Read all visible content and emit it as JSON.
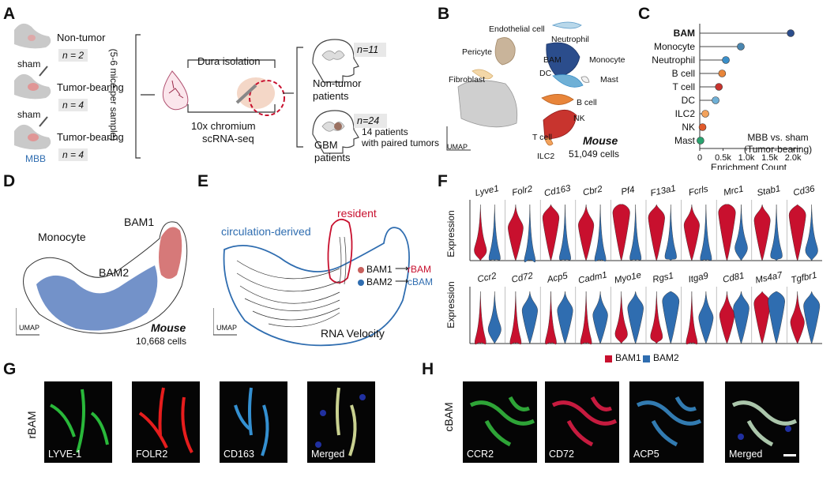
{
  "panels": {
    "a": "A",
    "b": "B",
    "c": "C",
    "d": "D",
    "e": "E",
    "f": "F",
    "g": "G",
    "h": "H"
  },
  "panel_a": {
    "groups": [
      {
        "label": "Non-tumor",
        "n": "n = 2",
        "mouse": "sham"
      },
      {
        "label": "Tumor-bearing",
        "n": "n = 4",
        "mouse": "sham"
      },
      {
        "label": "Tumor-bearing",
        "n": "n = 4",
        "mouse": "MBB"
      }
    ],
    "vertical_note": "(5-6 mice per sample)",
    "step1": "Dura isolation",
    "step2": "10x chromium",
    "step3": "scRNA-seq",
    "human_groups": [
      {
        "n": "n=11",
        "label1": "Non-tumor",
        "label2": "patients"
      },
      {
        "n": "n=24",
        "extra1": "14 patients",
        "extra2": "with paired tumors",
        "label1": "GBM",
        "label2": "patients"
      }
    ]
  },
  "panel_b": {
    "labels": [
      "Endothelial cell",
      "Neutrophil",
      "Pericyte",
      "BAM",
      "Monocyte",
      "DC",
      "Mast",
      "Fibroblast",
      "B cell",
      "NK",
      "T cell",
      "ILC2"
    ],
    "axis": "UMAP",
    "species": "Mouse",
    "cells": "51,049 cells"
  },
  "chart_data": {
    "type": "lollipop",
    "categories": [
      "BAM",
      "Monocyte",
      "Neutrophil",
      "B cell",
      "T cell",
      "DC",
      "ILC2",
      "NK",
      "Mast"
    ],
    "values": [
      1950,
      880,
      560,
      480,
      410,
      340,
      120,
      60,
      15
    ],
    "colors": [
      "#2b4d8c",
      "#4a86b0",
      "#3a8fc9",
      "#e8853a",
      "#c8342e",
      "#6fb0d6",
      "#f2a25c",
      "#e05a2b",
      "#2aa36f"
    ],
    "xlim": [
      0,
      2100
    ],
    "xticks": [
      0,
      500,
      1000,
      1500,
      2000
    ],
    "xtick_labels": [
      "0",
      "0.5k",
      "1.0k",
      "1.5k",
      "2.0k"
    ],
    "xlabel": "Enrichment Count",
    "annotation1": "MBB vs. sham",
    "annotation2": "(Tumor-bearing)"
  },
  "panel_d": {
    "labels": [
      "BAM1",
      "Monocyte",
      "BAM2"
    ],
    "axis": "UMAP",
    "species": "Mouse",
    "cells": "10,668 cells"
  },
  "panel_e": {
    "resident": "resident",
    "circ": "circulation-derived",
    "legend": [
      {
        "from": "BAM1",
        "to": "rBAM",
        "color": "#c8605c",
        "to_color": "#c8102e"
      },
      {
        "from": "BAM2",
        "to": "cBAM",
        "color": "#2f6db0",
        "to_color": "#2f6db0"
      }
    ],
    "axis": "UMAP",
    "caption": "RNA Velocity"
  },
  "panel_f": {
    "row1": [
      "Lyve1",
      "Folr2",
      "Cd163",
      "Cbr2",
      "Pf4",
      "F13a1",
      "Fcrls",
      "Mrc1",
      "Stab1",
      "Cd36"
    ],
    "row2": [
      "Ccr2",
      "Cd72",
      "Acp5",
      "Cadm1",
      "Myo1e",
      "Rgs1",
      "Itga9",
      "Cd81",
      "Ms4a7",
      "Tgfbr1"
    ],
    "ylabel": "Expression",
    "legend": [
      {
        "name": "BAM1",
        "color": "#c8102e"
      },
      {
        "name": "BAM2",
        "color": "#2f6db0"
      }
    ]
  },
  "panel_g": {
    "side": "rBAM",
    "tiles": [
      "LYVE-1",
      "FOLR2",
      "CD163",
      "Merged"
    ]
  },
  "panel_h": {
    "side": "cBAM",
    "tiles": [
      "CCR2",
      "CD72",
      "ACP5",
      "Merged"
    ]
  }
}
